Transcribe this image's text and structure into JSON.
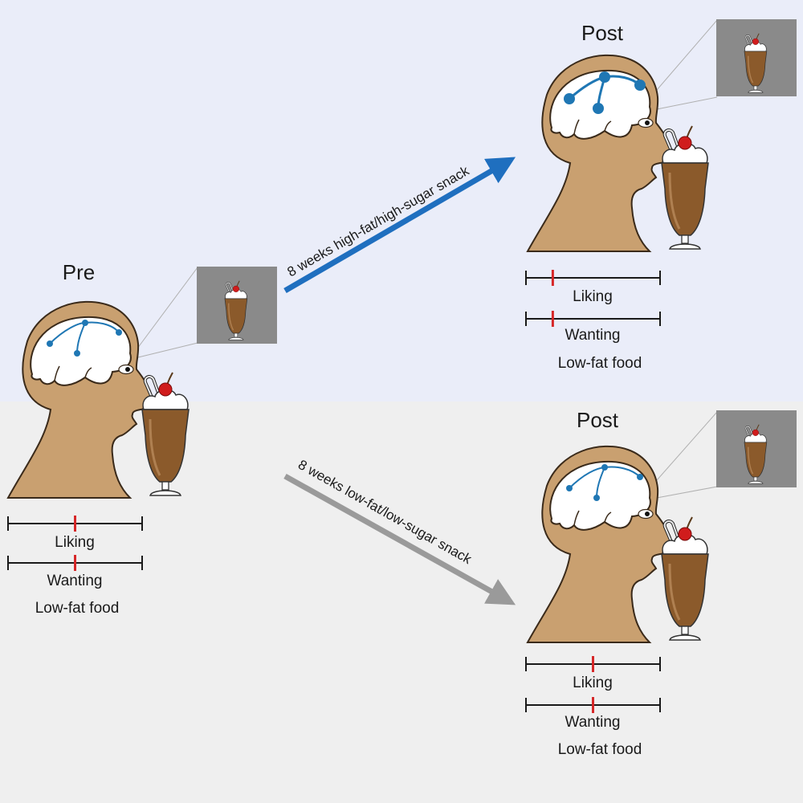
{
  "colors": {
    "top_band": "#eaedf9",
    "bottom_band": "#efefef",
    "head_fill": "#c9a070",
    "brain_fill": "#ffffff",
    "network": "#1f77b4",
    "arrow_high": "#1f6fbf",
    "arrow_low": "#9a9a9a",
    "scale_marker": "#d62728",
    "screen_bg": "#8a8a8a",
    "milkshake": "#8b5a2b"
  },
  "icons": [
    "head-silhouette-icon",
    "brain-icon",
    "milkshake-icon"
  ],
  "pre": {
    "title": "Pre",
    "liking_label": "Liking",
    "wanting_label": "Wanting",
    "food_label": "Low-fat food",
    "liking_level": 0.5,
    "wanting_level": 0.5
  },
  "arrow_high": {
    "label": "8 weeks high-fat/high-sugar snack"
  },
  "arrow_low": {
    "label": "8 weeks low-fat/low-sugar snack"
  },
  "post_high": {
    "title": "Post",
    "liking_label": "Liking",
    "wanting_label": "Wanting",
    "food_label": "Low-fat food",
    "liking_level": 0.2,
    "wanting_level": 0.2
  },
  "post_low": {
    "title": "Post",
    "liking_label": "Liking",
    "wanting_label": "Wanting",
    "food_label": "Low-fat food",
    "liking_level": 0.5,
    "wanting_level": 0.5
  }
}
